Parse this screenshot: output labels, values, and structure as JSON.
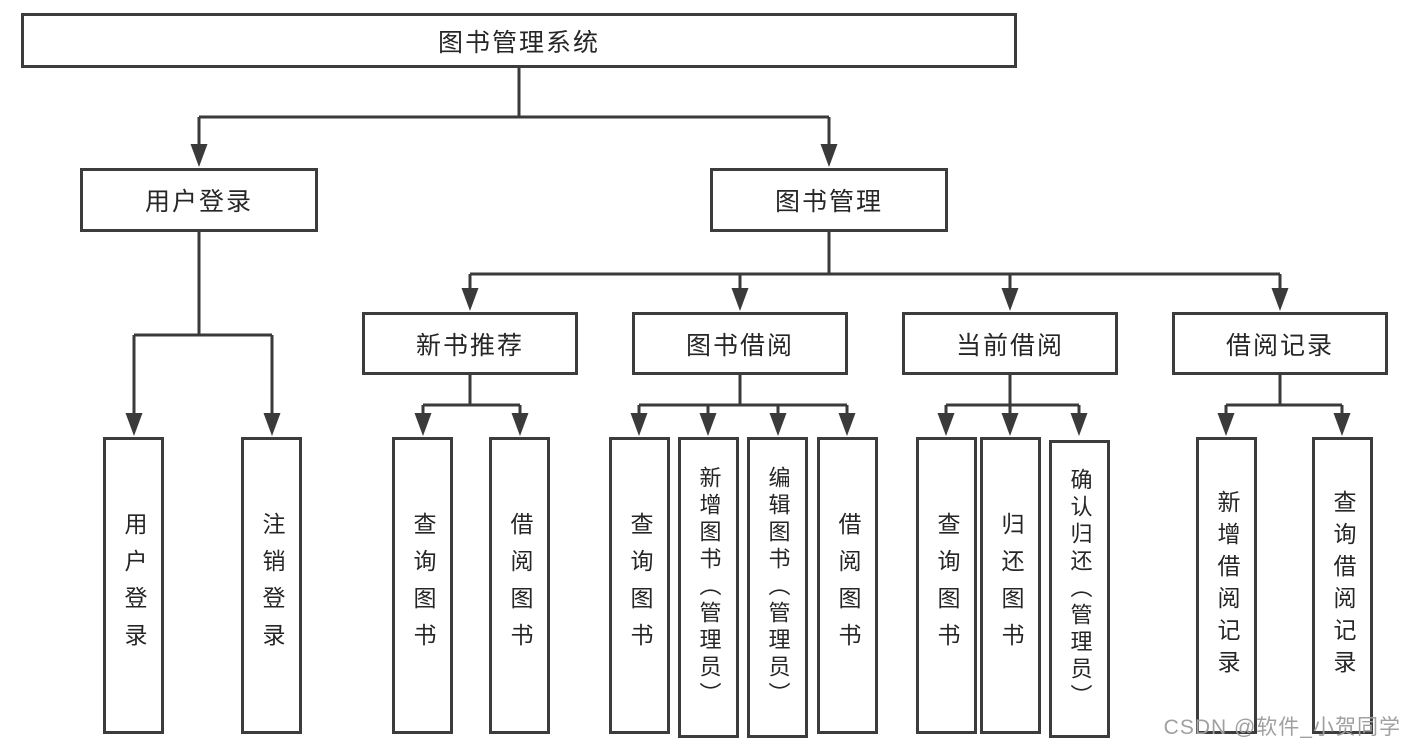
{
  "diagram": {
    "title_node": {
      "label": "图书管理系统"
    },
    "level2": [
      {
        "id": "user-login",
        "label": "用户登录"
      },
      {
        "id": "book-management",
        "label": "图书管理"
      }
    ],
    "level3": [
      {
        "id": "new-book-recommend",
        "label": "新书推荐"
      },
      {
        "id": "book-borrow",
        "label": "图书借阅"
      },
      {
        "id": "current-borrow",
        "label": "当前借阅"
      },
      {
        "id": "borrow-records",
        "label": "借阅记录"
      }
    ],
    "leaves": {
      "user_login": [
        "用户登录",
        "注销登录"
      ],
      "new_book_recommend": [
        "查询图书",
        "借阅图书"
      ],
      "book_borrow": [
        "查询图书",
        "新增图书（管理员）",
        "编辑图书（管理员）",
        "借阅图书"
      ],
      "current_borrow": [
        "查询图书",
        "归还图书",
        "确认归还（管理员）"
      ],
      "borrow_records": [
        "新增借阅记录",
        "查询借阅记录"
      ]
    }
  },
  "watermark": {
    "text": "CSDN @软件_小贺同学"
  },
  "colors": {
    "line": "#3a3a3a",
    "box_border": "#3c3c3c",
    "text": "#262626",
    "watermark_text": "#a0a0a0",
    "background": "#ffffff"
  }
}
